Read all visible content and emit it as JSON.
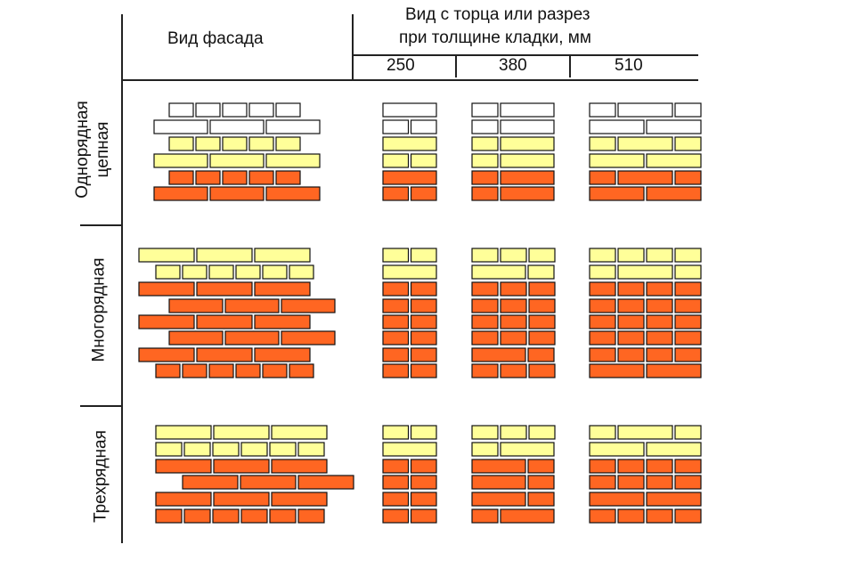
{
  "header": {
    "facade": "Вид фасада",
    "section_line1": "Вид с торца или разрез",
    "section_line2": "при толщине кладки, мм",
    "thicknesses": [
      "250",
      "380",
      "510"
    ]
  },
  "rows": [
    {
      "label_line1": "Однорядная",
      "label_line2": "цепная"
    },
    {
      "label_line1": "Многорядная",
      "label_line2": ""
    },
    {
      "label_line1": "Трехрядная",
      "label_line2": ""
    }
  ],
  "colors": {
    "white_brick": "#ffffff",
    "yellow_brick": "#ffff99",
    "orange_brick": "#ff6622",
    "outline": "#111111"
  }
}
